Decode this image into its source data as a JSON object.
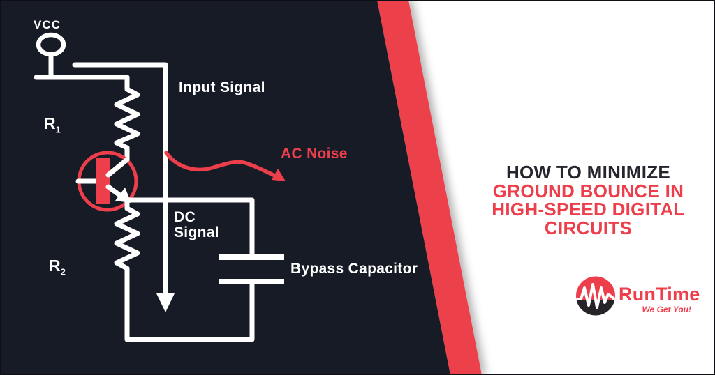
{
  "diagram": {
    "vcc_label": "VCC",
    "r1_label": {
      "base": "R",
      "sub": "1"
    },
    "r2_label": {
      "base": "R",
      "sub": "2"
    },
    "input_signal_label": "Input Signal",
    "dc_signal_label": "DC Signal",
    "ac_noise_label": "AC Noise",
    "bypass_capacitor_label": "Bypass Capacitor"
  },
  "title": {
    "line1": "HOW TO MINIMIZE",
    "line2": "GROUND BOUNCE IN",
    "line3": "HIGH-SPEED DIGITAL",
    "line4": "CIRCUITS"
  },
  "brand": {
    "name": "RunTime",
    "tagline": "We Get You!"
  },
  "colors": {
    "background_dark": "#171b26",
    "accent_red": "#ec3f4b",
    "title_dark": "#26252e",
    "white": "#ffffff",
    "logo_black": "#262329"
  }
}
